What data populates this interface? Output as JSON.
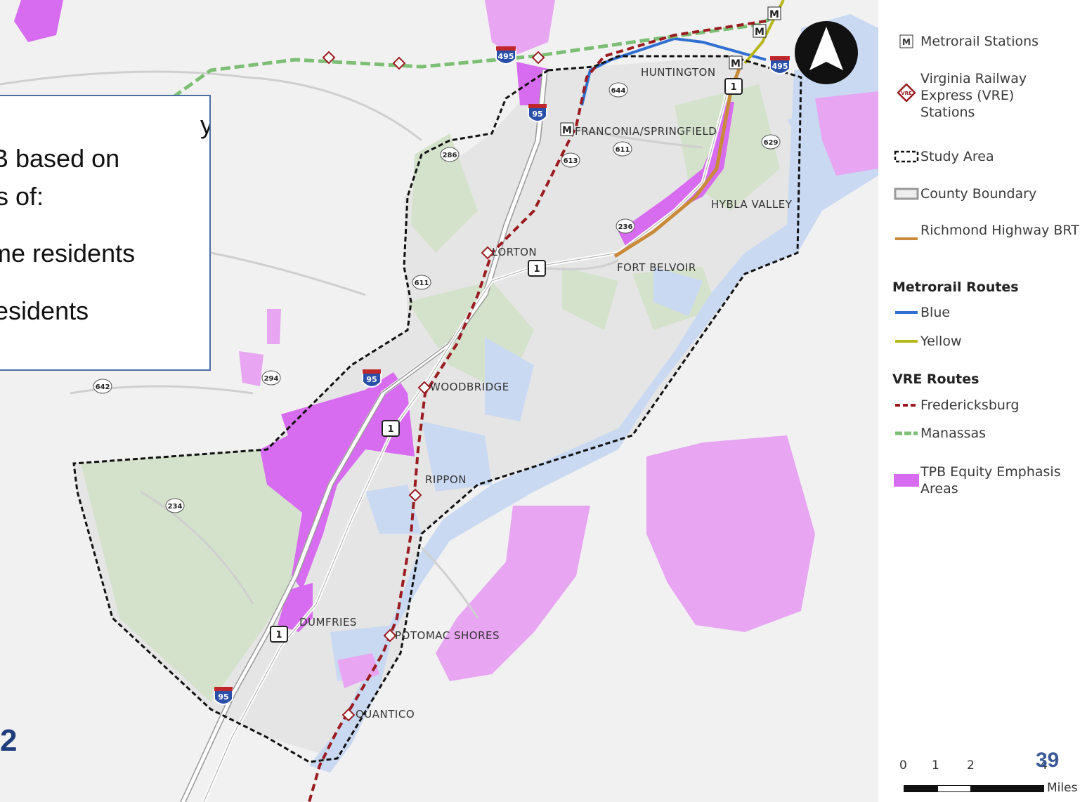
{
  "callout": {
    "line1": "y",
    "line2": "B based on",
    "line3": "s of:",
    "line4": "me residents",
    "line5": "esidents"
  },
  "places": {
    "huntington": "HUNTINGTON",
    "franconia": "FRANCONIA/SPRINGFIELD",
    "hybla": "HYBLA VALLEY",
    "lorton": "LORTON",
    "fort_belvoir": "FORT BELVOIR",
    "woodbridge": "WOODBRIDGE",
    "rippon": "RIPPON",
    "dumfries": "DUMFRIES",
    "potomac_shores": "POTOMAC SHORES",
    "quantico": "QUANTICO"
  },
  "shields": {
    "s495a": "495",
    "s495b": "495",
    "s95a": "95",
    "s95b": "95",
    "s95c": "95",
    "s1a": "1",
    "s1b": "1",
    "s1c": "1",
    "s1d": "1",
    "r644": "644",
    "r286": "286",
    "r613": "613",
    "r611a": "611",
    "r611b": "611",
    "r629": "629",
    "r236": "236",
    "r294": "294",
    "r642": "642",
    "r234": "234"
  },
  "legend": {
    "metro_stations": "Metrorail Stations",
    "vre_stations": "Virginia Railway Express (VRE) Stations",
    "study_area": "Study Area",
    "county_boundary": "County Boundary",
    "richmond_brt": "Richmond Highway BRT",
    "metro_routes_heading": "Metrorail Routes",
    "blue": "Blue",
    "yellow": "Yellow",
    "vre_routes_heading": "VRE Routes",
    "fredericksburg": "Fredericksburg",
    "manassas": "Manassas",
    "tpb": "TPB Equity Emphasis Areas"
  },
  "scale": {
    "t0": "0",
    "t1": "1",
    "t2": "2",
    "t4": "4",
    "unit": "Miles"
  },
  "slide_number": "39",
  "corner_number": "2",
  "colors": {
    "water": "#c9d9f2",
    "park": "#d4e2cc",
    "equity_strong": "#d86cf0",
    "equity_light": "#e7a5f2",
    "blue_line": "#2f6fd0",
    "yellow_line": "#b8b81a",
    "brt": "#c98a3a",
    "vre_red": "#9a1c20",
    "vre_green": "#7cbf74"
  }
}
